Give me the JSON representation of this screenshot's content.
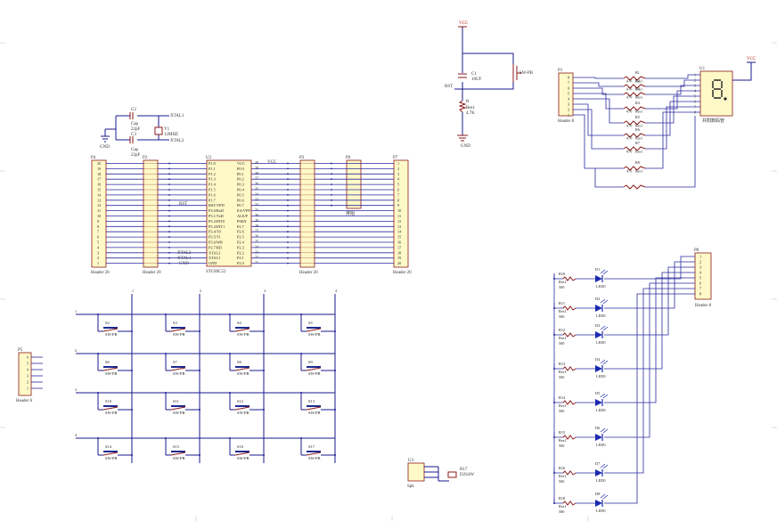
{
  "colors": {
    "wire": "#1a1a8c",
    "component": "#8b1a1a",
    "header_fill": "#fff9c8",
    "led": "#1a2ab0",
    "background": "#ffffff"
  },
  "crystal": {
    "c2": "C2",
    "c3": "C3",
    "cap_label": "Cap",
    "cap_value": "22pF",
    "y1": "Y1",
    "freq": "12MHZ",
    "xtal1": "XTAL1",
    "xtal2": "XTAL2",
    "gnd": "GND"
  },
  "reset": {
    "vcc": "VCC",
    "c1": "C1",
    "c1_value": "10UF",
    "rst": "RST",
    "r_name": "R",
    "r_label": "Res1",
    "r_value": "4.7K",
    "gnd": "GND",
    "button": "SW-PB"
  },
  "p4": {
    "name": "P4",
    "label": "Header 20",
    "pins": [
      "20",
      "19",
      "18",
      "17",
      "16",
      "15",
      "14",
      "13",
      "12",
      "11",
      "10",
      "9",
      "8",
      "7",
      "6",
      "5",
      "4",
      "3",
      "2",
      "1"
    ]
  },
  "p2": {
    "name": "P2",
    "label": "Header 20"
  },
  "u2": {
    "name": "U2",
    "label": "STC89C52",
    "left_pins": [
      "P1.0",
      "P1.1",
      "P1.2",
      "P1.3",
      "P1.4",
      "P1.5",
      "P1.6",
      "P1.7",
      "RST/VPD",
      "P3.0/RxD",
      "P3.1/TxD",
      "P3.2/INT0",
      "P3.3/INT1",
      "P3.4/T0",
      "P3.5/T1",
      "P3.6/WR",
      "P3.7/RD",
      "XTAL2",
      "XTAL1",
      "GND"
    ],
    "right_pins": [
      "VCC",
      "P0.0",
      "P0.1",
      "P0.2",
      "P0.3",
      "P0.4",
      "P0.5",
      "P0.6",
      "P0.7",
      "EA/VPP",
      "ALE/P",
      "PSEN",
      "P2.7",
      "P2.6",
      "P2.5",
      "P2.4",
      "P2.3",
      "P2.2",
      "P2.1",
      "P2.0"
    ],
    "right_nums": [
      "40",
      "39",
      "38",
      "37",
      "36",
      "35",
      "34",
      "33",
      "32",
      "31",
      "30",
      "29",
      "28",
      "27",
      "26",
      "25",
      "24",
      "23",
      "22",
      "21"
    ],
    "vcc_net": "VCC",
    "rst_net": "RST",
    "xtal2_net": "XTAL2",
    "xtal1_net": "XTAL1",
    "gnd_net": "GND"
  },
  "p3": {
    "name": "P3",
    "label": "Header 20"
  },
  "p6": {
    "name": "P6",
    "label": "排阻"
  },
  "p7": {
    "name": "P7",
    "label": "Header 20",
    "pins": [
      "1",
      "2",
      "3",
      "4",
      "5",
      "6",
      "7",
      "8",
      "9",
      "10",
      "11",
      "12",
      "13",
      "14",
      "15",
      "16",
      "17",
      "18",
      "19",
      "20"
    ]
  },
  "p5": {
    "name": "P5",
    "label": "Header 6"
  },
  "keypad": {
    "label": "SW-PB",
    "switches": [
      [
        "S2",
        "S3",
        "S4",
        "S5"
      ],
      [
        "S6",
        "S7",
        "S8",
        "S9"
      ],
      [
        "S10",
        "S11",
        "S12",
        "S13"
      ],
      [
        "S14",
        "S15",
        "S16",
        "S17"
      ]
    ]
  },
  "buzzer": {
    "name": "U3",
    "label": "Spk",
    "r": "R17",
    "r_value": "D2S4W"
  },
  "seg": {
    "p1_name": "P1",
    "p1_label": "Header 8",
    "p1_pins": [
      "8",
      "7",
      "6",
      "5",
      "4",
      "3",
      "2",
      "1"
    ],
    "u1_name": "U1",
    "u1_label": "共阳数码管",
    "vcc": "VCC",
    "resistors": [
      {
        "name": "R1",
        "label": "Res1",
        "value": "470"
      },
      {
        "name": "R2",
        "label": "Res1",
        "value": "470"
      },
      {
        "name": "R3",
        "label": "Res1",
        "value": "470"
      },
      {
        "name": "R4",
        "label": "Res1",
        "value": "470"
      },
      {
        "name": "R5",
        "label": "Res1",
        "value": "470"
      },
      {
        "name": "R6",
        "label": "Res1",
        "value": "470"
      },
      {
        "name": "R7",
        "label": "Res1",
        "value": "470"
      },
      {
        "name": "R8",
        "label": "Res1",
        "value": "470"
      }
    ]
  },
  "leds": {
    "p8_name": "P8",
    "p8_label": "Header 8",
    "items": [
      {
        "r": "R10",
        "rl": "Res1",
        "rv": "500",
        "d": "D1",
        "dl": "LED0"
      },
      {
        "r": "R11",
        "rl": "Res1",
        "rv": "500",
        "d": "D2",
        "dl": "LED0"
      },
      {
        "r": "R12",
        "rl": "Res1",
        "rv": "500",
        "d": "D3",
        "dl": "LED0"
      },
      {
        "r": "R13",
        "rl": "Res1",
        "rv": "500",
        "d": "D4",
        "dl": "LED0"
      },
      {
        "r": "R14",
        "rl": "Res1",
        "rv": "500",
        "d": "D5",
        "dl": "LED0"
      },
      {
        "r": "R15",
        "rl": "Res1",
        "rv": "500",
        "d": "D6",
        "dl": "LED0"
      },
      {
        "r": "R16",
        "rl": "Res1",
        "rv": "500",
        "d": "D7",
        "dl": "LED0"
      },
      {
        "r": "R18",
        "rl": "Res1",
        "rv": "500",
        "d": "D8",
        "dl": "LED0"
      }
    ]
  }
}
